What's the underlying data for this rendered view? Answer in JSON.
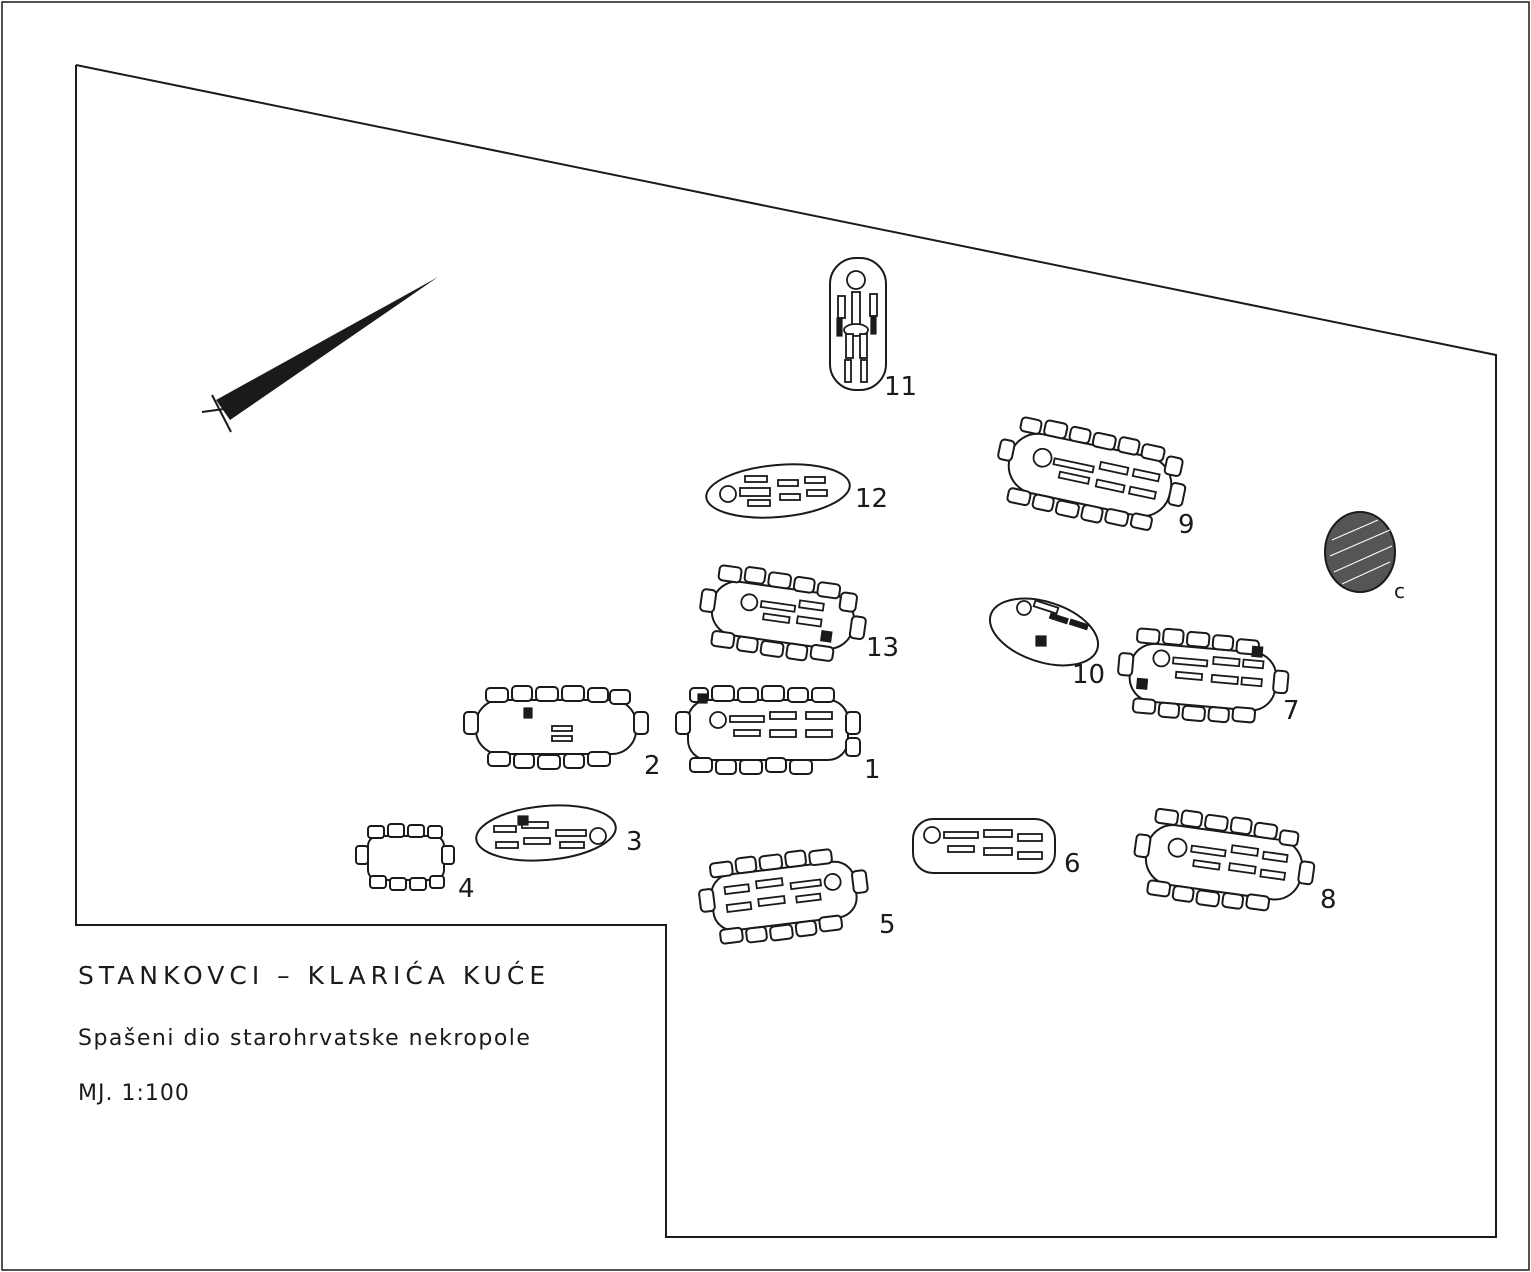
{
  "plan": {
    "title": "STANKOVCI – KLARIĆA KUĆE",
    "subtitle": "Spašeni dio starohrvatske nekropole",
    "scale": "MJ. 1:100"
  },
  "graves": [
    {
      "number": "1"
    },
    {
      "number": "2"
    },
    {
      "number": "3"
    },
    {
      "number": "4"
    },
    {
      "number": "5"
    },
    {
      "number": "6"
    },
    {
      "number": "7"
    },
    {
      "number": "8"
    },
    {
      "number": "9"
    },
    {
      "number": "10"
    },
    {
      "number": "11"
    },
    {
      "number": "12"
    },
    {
      "number": "13"
    }
  ],
  "features": {
    "pit_label": "c"
  },
  "icons": {
    "north_arrow": "north-arrow-icon"
  },
  "colors": {
    "ink": "#1a1a1a",
    "paper": "#ffffff"
  }
}
